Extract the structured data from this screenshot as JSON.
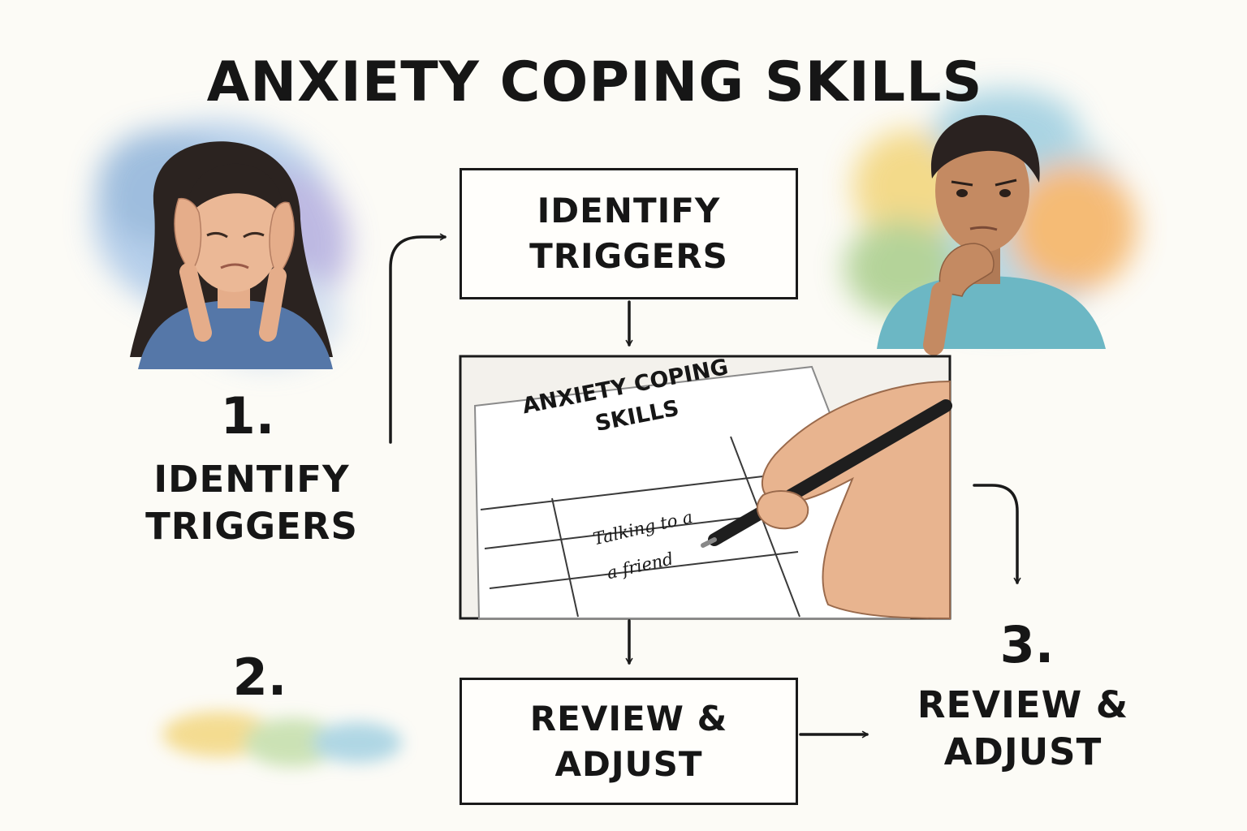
{
  "title": "ANXIETY COPING SKILLS",
  "steps": [
    {
      "number": "1.",
      "label_line1": "IDENTIFY",
      "label_line2": "TRIGGERS"
    },
    {
      "number": "2."
    },
    {
      "number": "3.",
      "label_line1": "REVIEW &",
      "label_line2": "ADJUST"
    }
  ],
  "flow": {
    "identify_box": "IDENTIFY\nTRIGGERS",
    "review_box": "REVIEW &\nADJUST"
  },
  "journal": {
    "heading_line1": "ANXIETY COPING",
    "heading_line2": "SKILLS",
    "entry_line1": "Talking to a",
    "entry_line2": "a friend"
  },
  "colors": {
    "ink": "#161616",
    "paper": "#fcfbf6",
    "watercolor_blue": "#7fa9d6",
    "watercolor_orange": "#f3a64b",
    "watercolor_green": "#9cc67a",
    "skin": "#e8b48f"
  }
}
